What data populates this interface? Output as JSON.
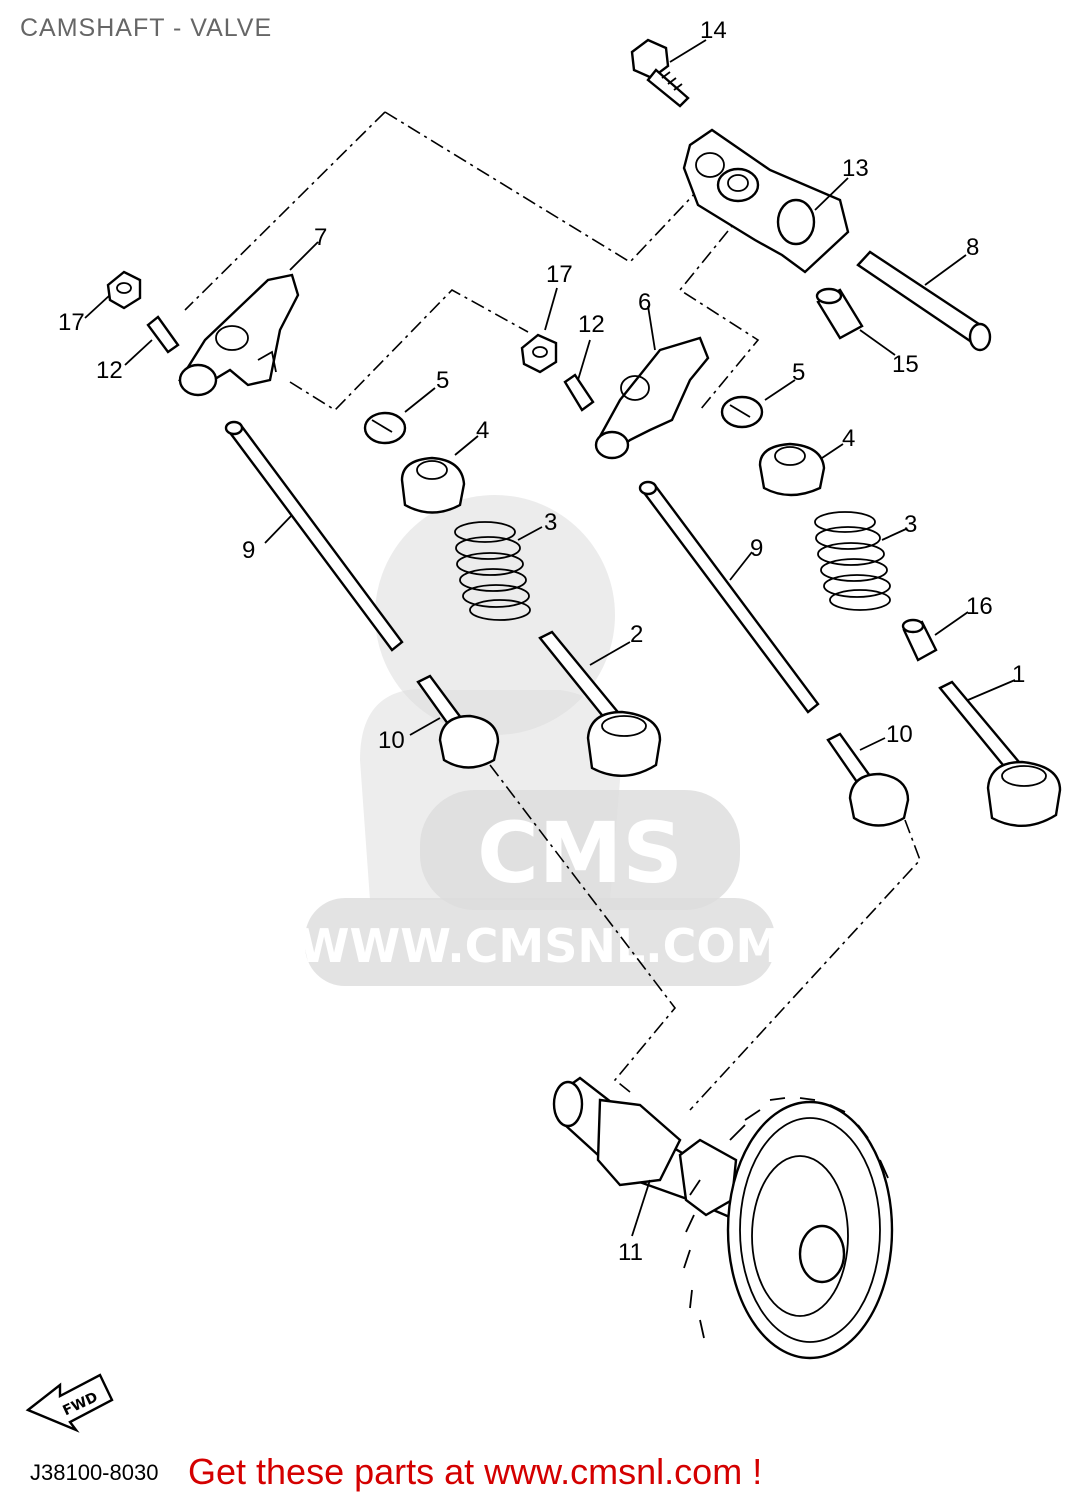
{
  "title": "CAMSHAFT - VALVE",
  "diagram_code": "J38100-8030",
  "cta": "Get these parts at www.cmsnl.com !",
  "watermark": {
    "logo": "CMS",
    "url": "WWW.CMSNL.COM"
  },
  "fwd_arrow": "FWD",
  "callouts": [
    "14",
    "13",
    "8",
    "7",
    "17",
    "12",
    "17",
    "12",
    "6",
    "15",
    "5",
    "5",
    "4",
    "4",
    "3",
    "3",
    "9",
    "9",
    "2",
    "16",
    "1",
    "10",
    "10",
    "11"
  ],
  "colors": {
    "cta": "#d40000",
    "title": "#666666",
    "watermark": "#dcdcdc"
  }
}
